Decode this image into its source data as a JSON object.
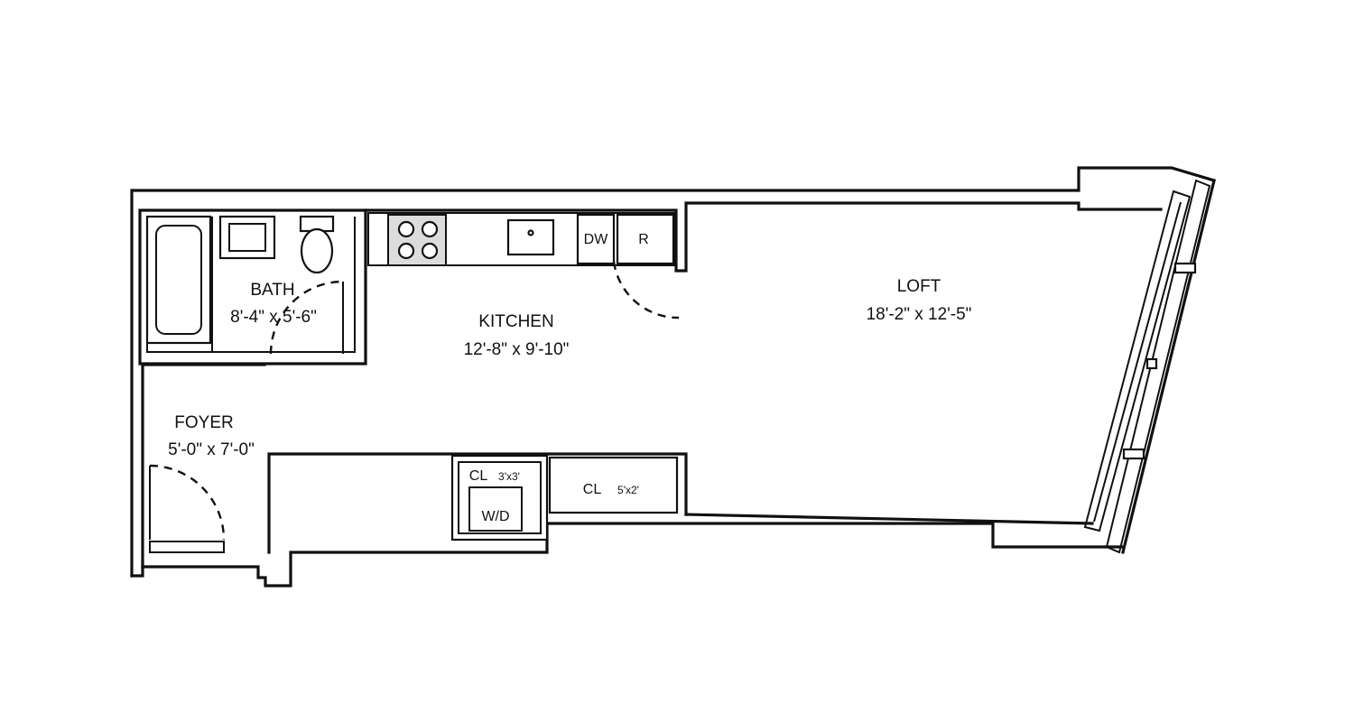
{
  "rooms": {
    "bath": {
      "name": "BATH",
      "dims": "8'-4\" x 5'-6\""
    },
    "kitchen": {
      "name": "KITCHEN",
      "dims": "12'-8\" x 9'-10\""
    },
    "loft": {
      "name": "LOFT",
      "dims": "18'-2\" x 12'-5\""
    },
    "foyer": {
      "name": "FOYER",
      "dims": "5'-0\" x 7'-0\""
    }
  },
  "closets": {
    "cl_small": {
      "label": "CL",
      "size": "3'x3'",
      "appliance": "W/D"
    },
    "cl_large": {
      "label": "CL",
      "size": "5'x2'"
    }
  },
  "appliances": {
    "dishwasher": "DW",
    "refrigerator": "R"
  }
}
